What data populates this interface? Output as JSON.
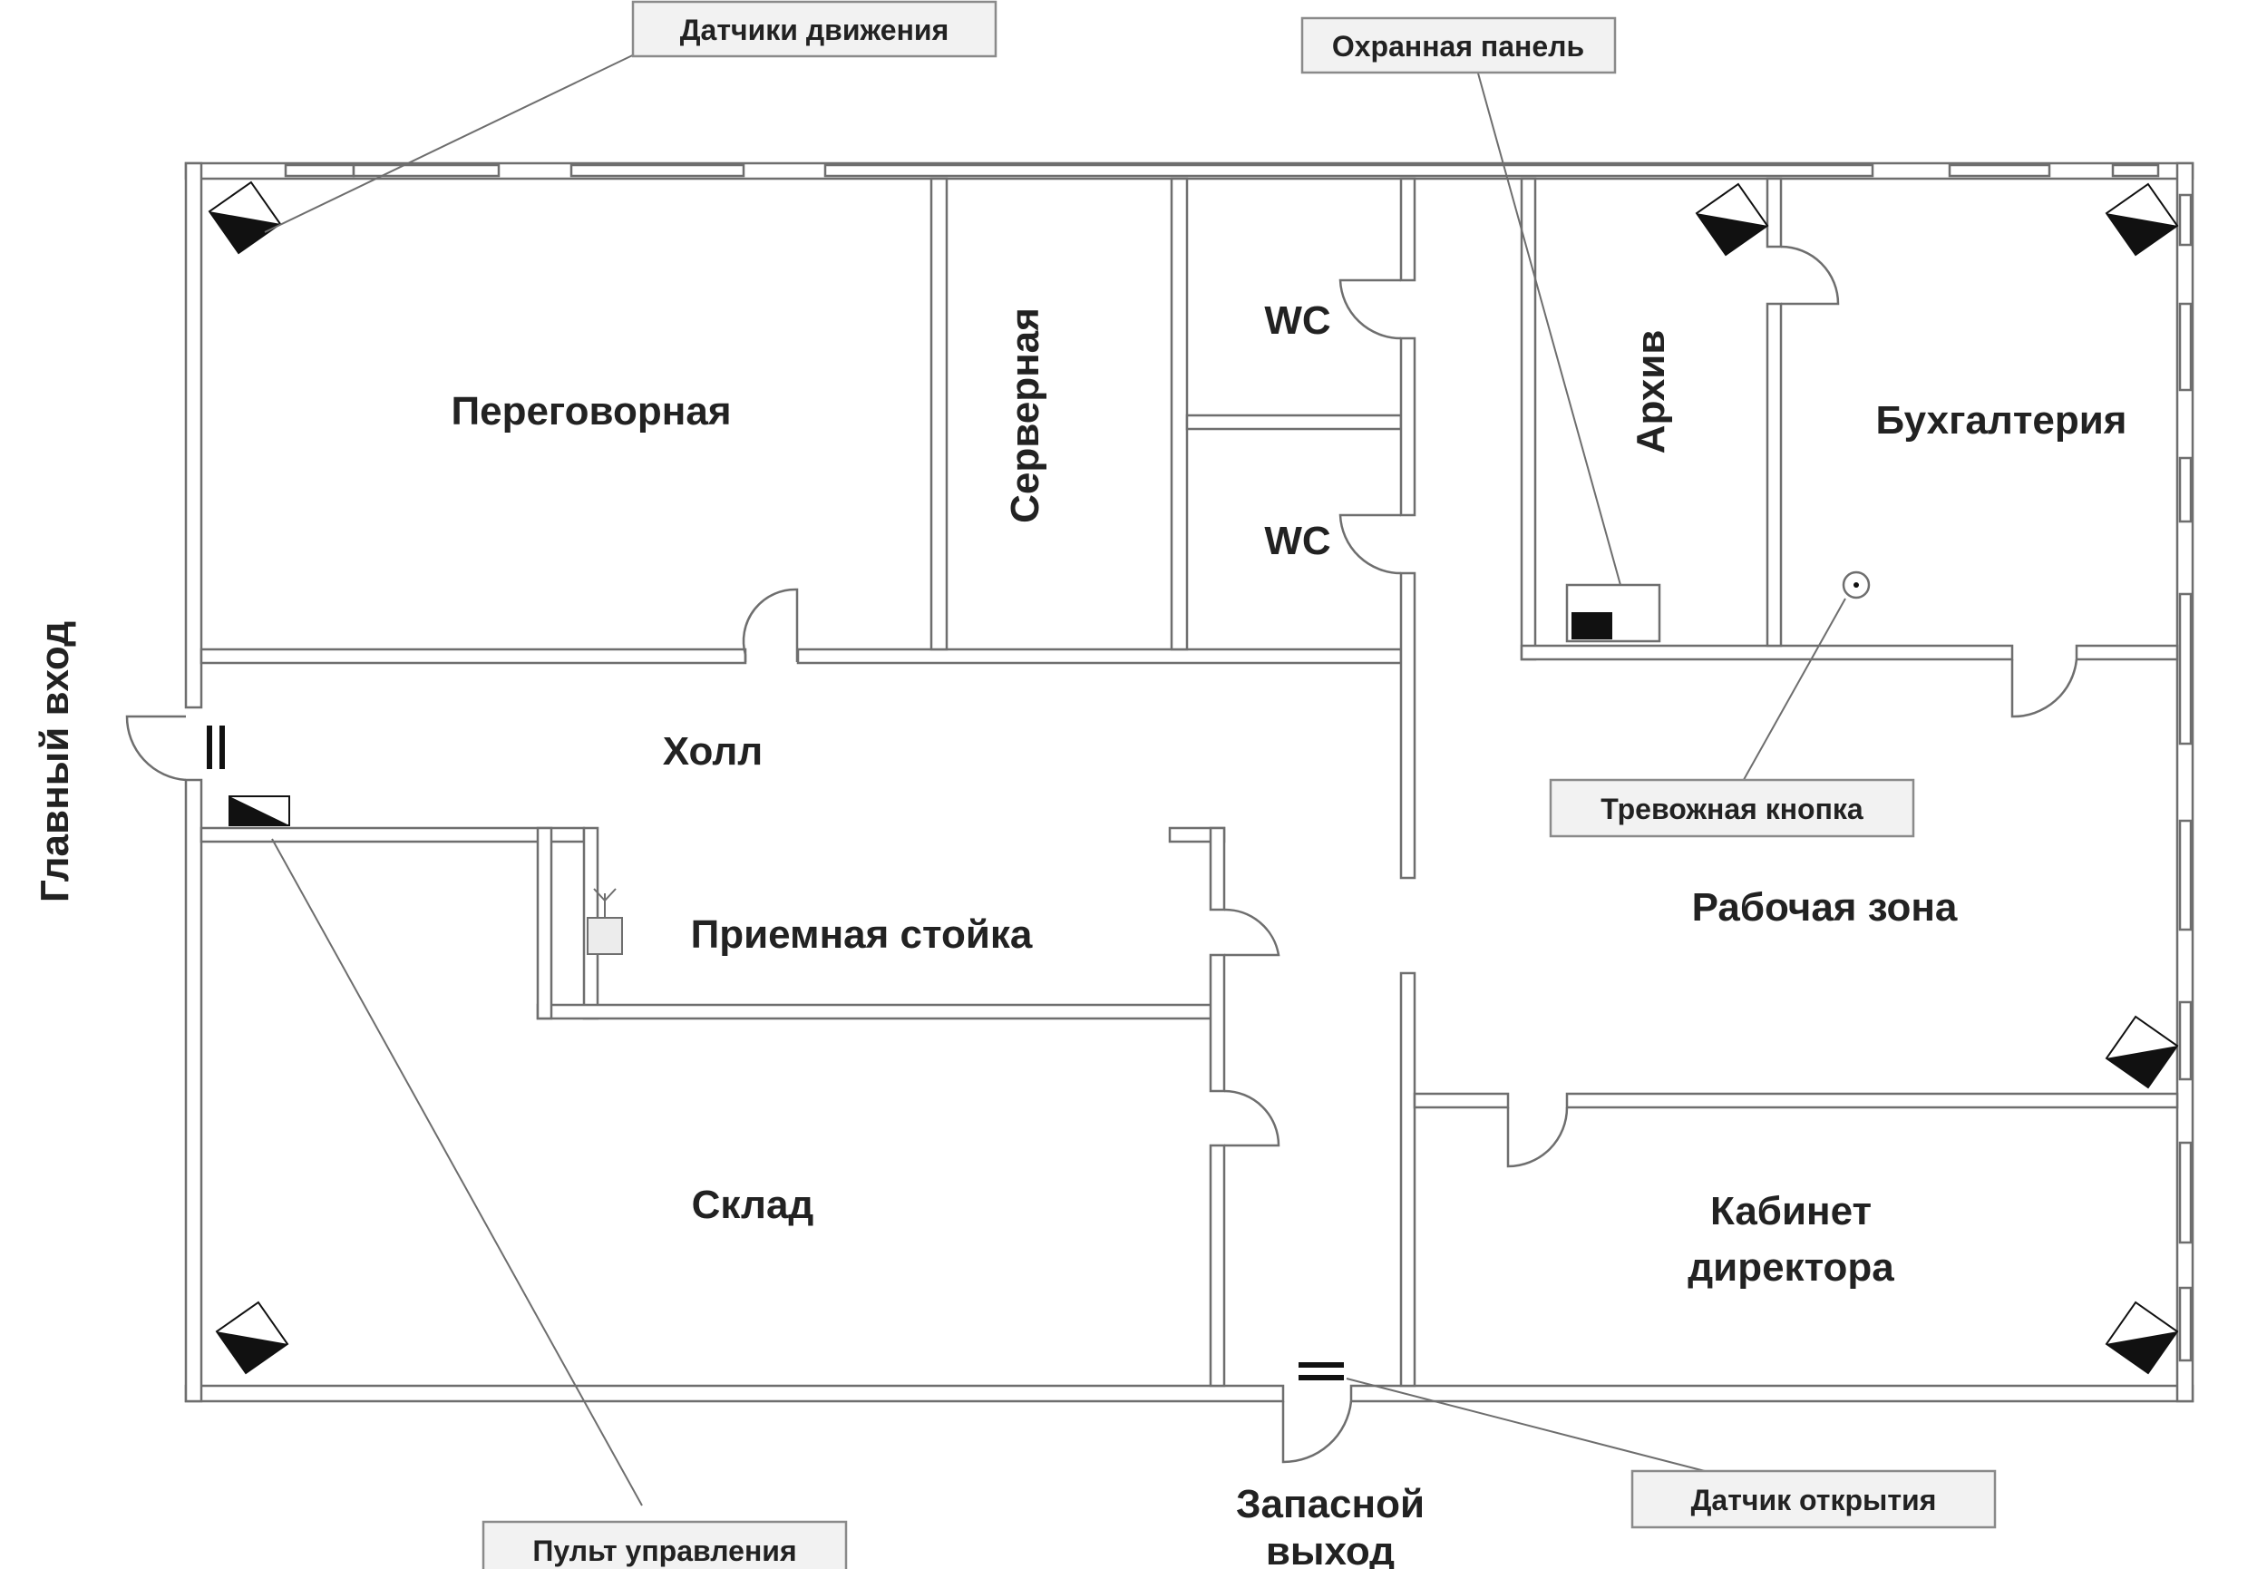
{
  "rooms": {
    "meeting": "Переговорная",
    "server": "Серверная",
    "wc1": "WC",
    "wc2": "WC",
    "archive": "Архив",
    "accounting": "Бухгалтерия",
    "hall": "Холл",
    "reception": "Приемная стойка",
    "work_area": "Рабочая зона",
    "storage": "Склад",
    "director_line1": "Кабинет",
    "director_line2": "директора",
    "main_entrance": "Главный вход",
    "emergency_exit_line1": "Запасной",
    "emergency_exit_line2": "выход"
  },
  "callouts": {
    "motion_sensors": "Датчики движения",
    "security_panel": "Охранная панель",
    "panic_button": "Тревожная кнопка",
    "control_panel": "Пульт управления",
    "opening_sensor": "Датчик открытия"
  },
  "colors": {
    "wall": "#6e6e6e",
    "sensor": "#111111",
    "callout_fill": "#f2f2f2"
  }
}
